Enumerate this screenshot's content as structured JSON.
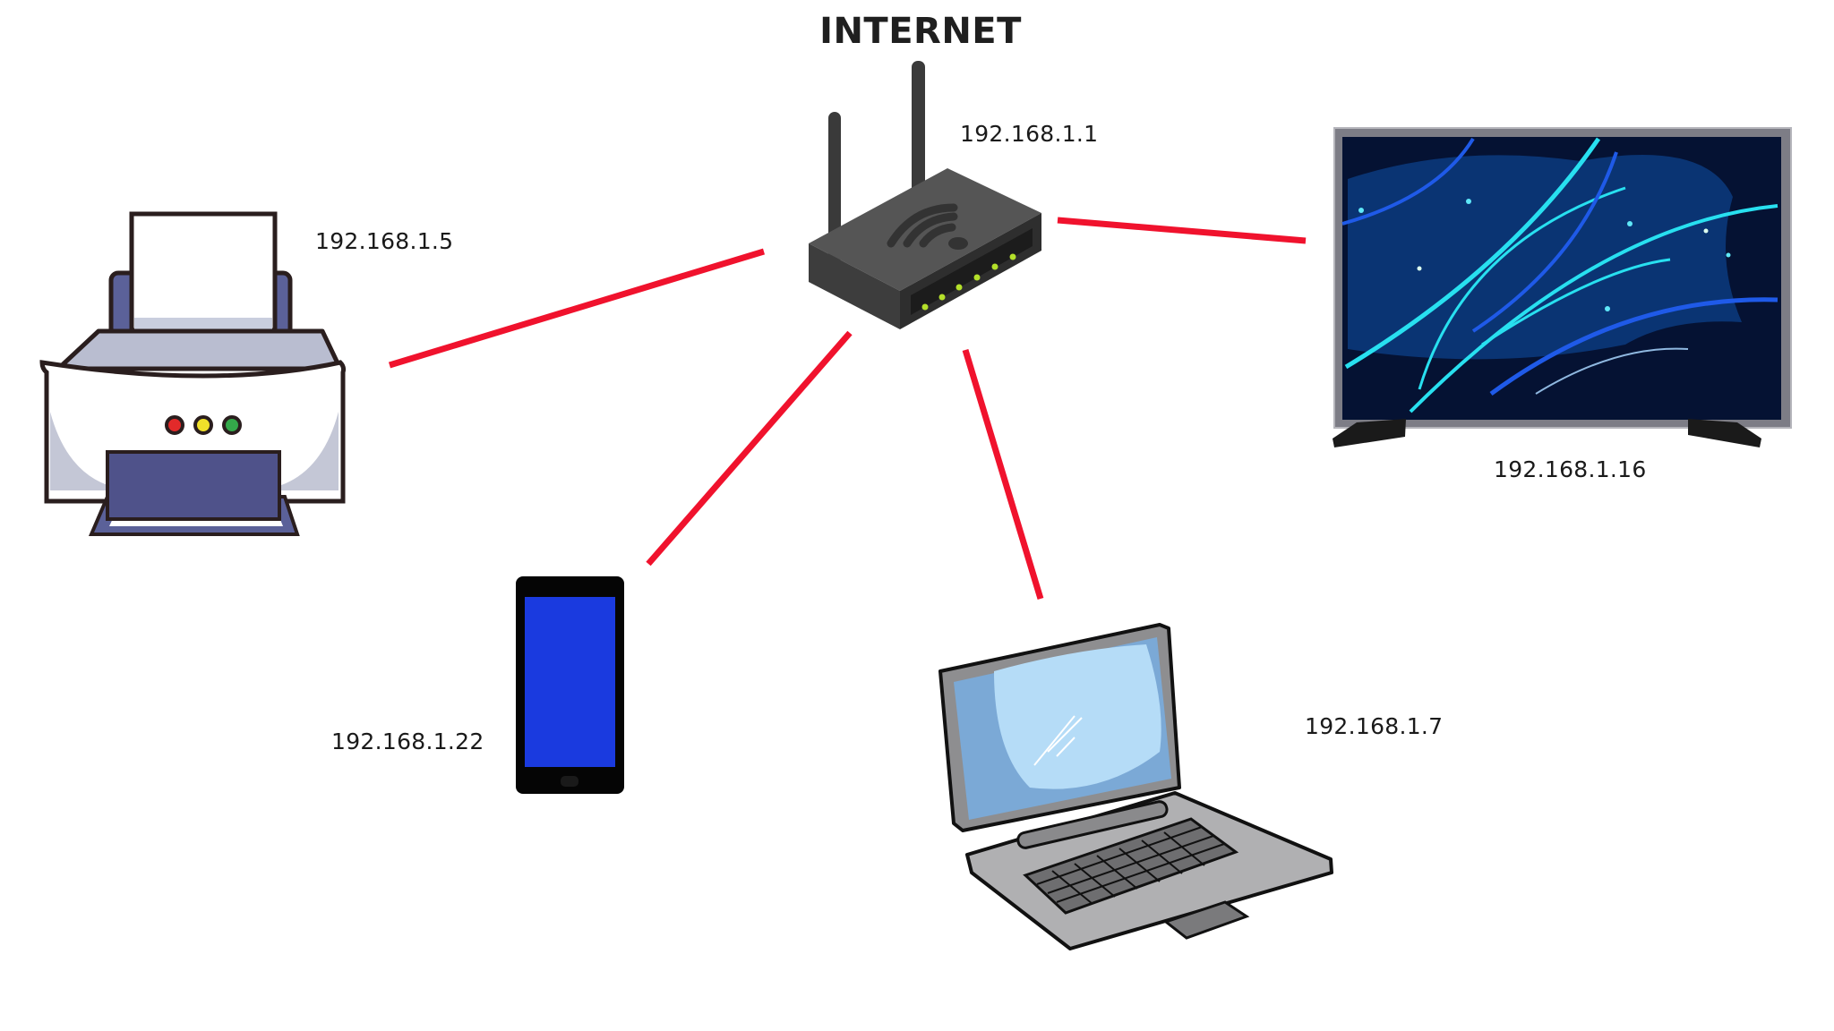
{
  "diagram": {
    "title": "INTERNET",
    "link_color": "#f0122d",
    "nodes": [
      {
        "id": "router",
        "label": "192.168.1.1",
        "type": "router"
      },
      {
        "id": "printer",
        "label": "192.168.1.5",
        "type": "printer"
      },
      {
        "id": "tv",
        "label": "192.168.1.16",
        "type": "tv"
      },
      {
        "id": "phone",
        "label": "192.168.1.22",
        "type": "smartphone"
      },
      {
        "id": "laptop",
        "label": "192.168.1.7",
        "type": "laptop"
      }
    ],
    "edges": [
      {
        "from": "router",
        "to": "printer"
      },
      {
        "from": "router",
        "to": "tv"
      },
      {
        "from": "router",
        "to": "phone"
      },
      {
        "from": "router",
        "to": "laptop"
      }
    ]
  }
}
